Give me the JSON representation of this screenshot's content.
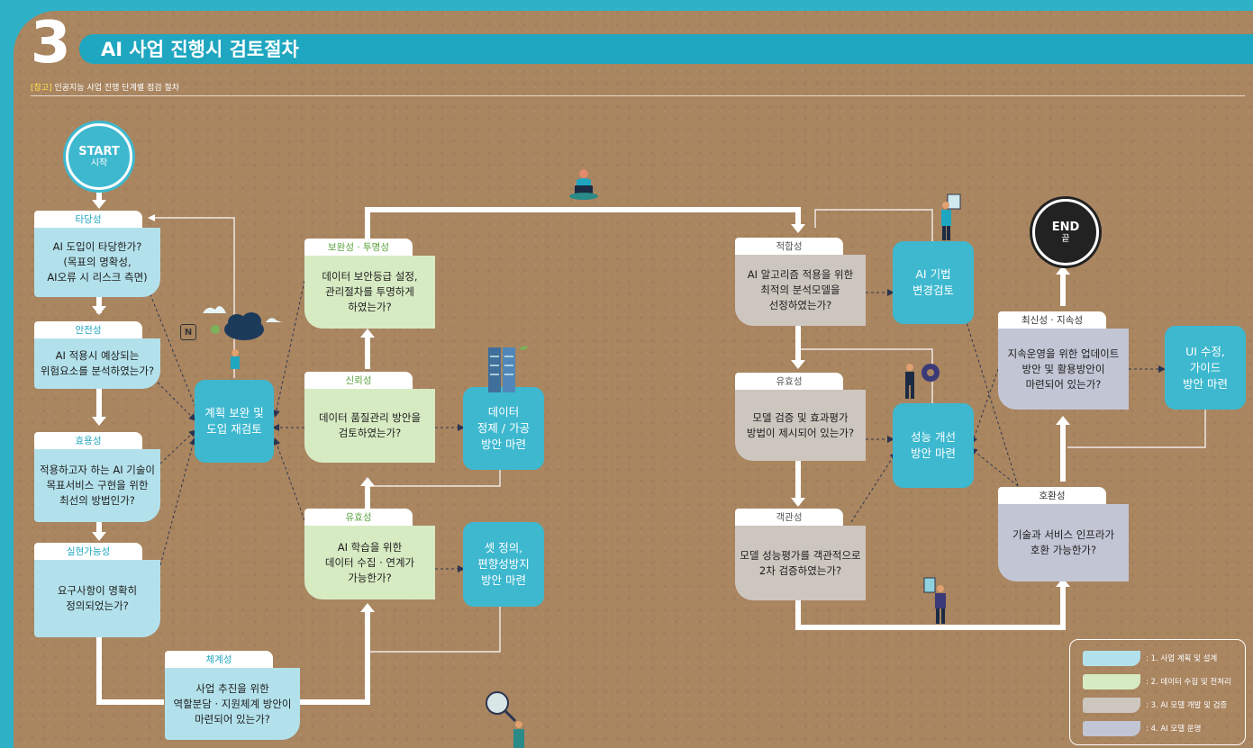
{
  "header": {
    "number": "3",
    "title": "AI 사업 진행시 검토절차",
    "subtitle_bracket": "[참고]",
    "subtitle": "인공지능 사업 진행 단계별 점검 절차"
  },
  "start": {
    "label": "START",
    "sub": "시작"
  },
  "end": {
    "label": "END",
    "sub": "끝"
  },
  "stage1": {
    "validity": {
      "tab": "타당성",
      "body": "AI 도입이 타당한가?\n(목표의 명확성,\nAI오류 시 리스크 측면)"
    },
    "safety": {
      "tab": "안전성",
      "body": "AI 적용시 예상되는\n위험요소를 분석하였는가?"
    },
    "efficiency": {
      "tab": "효용성",
      "body": "적용하고자 하는 AI 기술이\n목표서비스 구현을 위한\n최선의 방법인가?"
    },
    "feasibility": {
      "tab": "실현가능성",
      "body": "요구사항이 명확히\n정의되었는가?"
    },
    "systematic": {
      "tab": "체계성",
      "body": "사업 추진을 위한\n역할분담 · 지원체계 방안이\n마련되어 있는가?"
    },
    "review_box": "계획 보완 및\n도입 재검토",
    "badge": "N"
  },
  "stage2": {
    "security": {
      "tab": "보완성 · 투명성",
      "body": "데이터 보안등급 설정,\n관리절차를 투명하게\n하였는가?"
    },
    "reliability": {
      "tab": "신뢰성",
      "body": "데이터 품질관리 방안을\n검토하였는가?"
    },
    "usefulness": {
      "tab": "유효성",
      "body": "AI 학습을 위한\n데이터 수집 · 연계가\n가능한가?"
    },
    "data_prep_box": "데이터\n정제 / 가공\n방안 마련",
    "set_def_box": "셋 정의,\n편향성방지\n방안 마련"
  },
  "stage3": {
    "suitability": {
      "tab": "적합성",
      "body": "AI 알고리즘 적용을 위한\n최적의 분석모델을\n선정하였는가?"
    },
    "effectiveness": {
      "tab": "유효성",
      "body": "모델 검증 및 효과평가\n방법이 제시되어 있는가?"
    },
    "objectivity": {
      "tab": "객관성",
      "body": "모델 성능평가를 객관적으로\n2차 검증하였는가?"
    },
    "technique_box": "AI 기법\n변경검토",
    "perf_box": "성능 개선\n방안 마련"
  },
  "stage4": {
    "recency": {
      "tab": "최신성 · 지속성",
      "body": "지속운영을 위한 업데이트\n방안 및 활용방안이\n마련되어 있는가?"
    },
    "compat": {
      "tab": "호환성",
      "body": "기술과 서비스 인프라가\n호환 가능한가?"
    },
    "ui_box": "UI 수정,\n가이드\n방안 마련"
  },
  "legend": [
    {
      "label": ": 1. 사업 계획 및 설계",
      "color": "#b3e1eb"
    },
    {
      "label": ": 2. 데이터 수집 및 전처리",
      "color": "#d7ebc3"
    },
    {
      "label": ": 3. AI 모델 개발 및 검증",
      "color": "#cdc6bf"
    },
    {
      "label": ": 4. AI 모델 운영",
      "color": "#c2c5d4"
    }
  ],
  "colors": {
    "teal": "#1fa6c0",
    "kraft": "#a98560",
    "arrow": "#ffffff",
    "dashed": "#2b3550"
  }
}
